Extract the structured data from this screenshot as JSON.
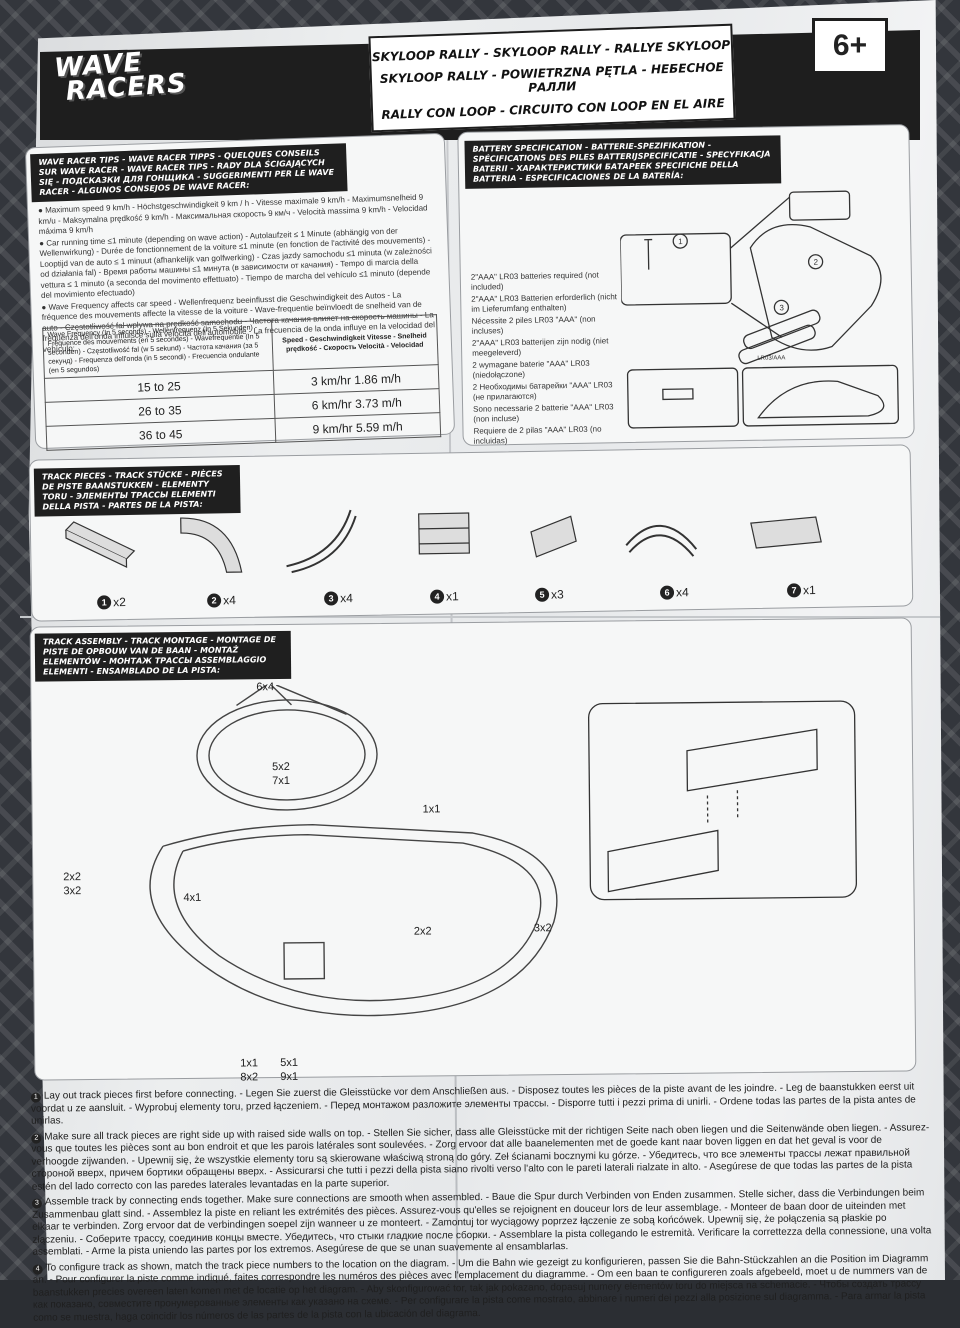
{
  "header": {
    "brand_line1": "WAVE",
    "brand_line2": "RACERS",
    "title_lines": [
      "SKYLOOP RALLY - SKYLOOP RALLY - RALLYE SKYLOOP",
      "SKYLOOP RALLY - POWIETRZNA PĘTLA - НЕБЕСНОЕ РАЛЛИ",
      "RALLY CON LOOP - CIRCUITO CON LOOP EN EL AIRE"
    ],
    "age": "6+"
  },
  "tips": {
    "title": "WAVE RACER TIPS - WAVE RACER TIPPS - QUELQUES CONSEILS SUR WAVE RACER - WAVE RACER TIPS - RADY DLA ŚCIGAJĄCYCH SIĘ - ПОДСКАЗКИ ДЛЯ ГОНЩИКА - SUGGERIMENTI PER LE WAVE RACER - ALGUNOS CONSEJOS DE WAVE RACER:",
    "items": [
      "Maximum speed 9 km/h - Höchstgeschwindigkeit 9 km / h - Vitesse maximale 9 km/h - Maximumsnelheid 9 km/u - Maksymalna prędkość 9 km/h - Максимальная скорость 9 км/ч - Velocità massima 9 km/h - Velocidad máxima 9 km/h",
      "Car running time ≤1 minute (depending on wave action) - Autolaufzeit ≤ 1 Minute (abhängig von der Wellenwirkung) - Durée de fonctionnement de la voiture ≤1 minute (en fonction de l'activité des mouvements) - Looptijd van de auto ≤ 1 minuut (afhankelijk van golfwerking) - Czas jazdy samochodu ≤1 minuta (w zależności od działania fal) - Время работы машины ≤1 минута (в зависимости от качания) - Tempo di marcia della vettura ≤ 1 minuto (a seconda del movimento effettuato) - Tiempo de marcha del vehículo ≤1 minuto (depende del movimiento efectuado)",
      "Wave Frequency affects car speed - Wellenfrequenz beeinflusst die Geschwindigkeit des Autos - La fréquence des mouvements affecte la vitesse de la voiture - Wave-frequentie beïnvloedt de snelheid van de auto - Częstotliwość fal wpływa na prędkość samochodu - Частота качания влияет на скорость машины - La frequenza dell'onda influisce sulla velocità dell'automobile - La frecuencia de la onda influye en la velocidad del vehículo:"
    ],
    "table": {
      "head_freq": "Wave Frequency (In 5 seconds) - Wellenfrequenz (In 5 Sekunden) - Fréquence des mouvements (en 5 secondes) - Wavefrequentie (In 5 seconden) - Częstotliwość fal (w 5 sekund) - Частота качания (за 5 секунд) - Frequenza dell'onda (in 5 secondi) - Frecuencia ondulante (en 5 segundos)",
      "head_speed": "Speed - Geschwindigkeit Vitesse - Snelheid prędkość - Скорость Velocità - Velocidad",
      "rows": [
        {
          "freq": "15 to 25",
          "speed": "3 km/hr   1.86 m/h"
        },
        {
          "freq": "26 to 35",
          "speed": "6 km/hr   3.73 m/h"
        },
        {
          "freq": "36 to 45",
          "speed": "9 km/hr   5.59 m/h"
        }
      ]
    }
  },
  "battery": {
    "title": "BATTERY SPECIFICATION - BATTERIE-SPEZIFIKATION - SPÉCIFICATIONS DES PILES BATTERIJSPECIFICATIE - SPECYFIKACJA BATERII - ХАРАКТЕРИСТИКИ БАТАРЕЕК SPECIFICHE DELLA BATTERIA - ESPECIFICACIONES DE LA BATERÍA:",
    "lines": [
      "2\"AAA\" LR03 batteries required (not included)",
      "2\"AAA\" LR03 Batterien erforderlich (nicht im Lieferumfang enthalten)",
      "Nécessite 2 piles LR03 \"AAA\" (non incluses)",
      "2\"AAA\" LR03 batterijen zijn nodig (niet meegeleverd)",
      "2 wymagane baterie \"AAA\" LR03 (niedołączone)",
      "2 Необходимы батарейки \"AAA\" LR03 (не прилагаются)",
      "Sono necessarie 2 batterie \"AAA\" LR03 (non incluse)",
      "Requiere de 2 pilas \"AAA\" LR03 (no incluidas)"
    ],
    "battery_label": "LR03/AAA"
  },
  "pieces": {
    "title": "TRACK PIECES - TRACK STÜCKE - PIÈCES DE PISTE BAANSTUKKEN - ELEMENTY TORU - ЭЛЕМЕНТЫ ТРАССЫ ELEMENTI DELLA PISTA - PARTES DE LA PISTA:",
    "items": [
      {
        "num": "1",
        "qty": "x2"
      },
      {
        "num": "2",
        "qty": "x4"
      },
      {
        "num": "3",
        "qty": "x4"
      },
      {
        "num": "4",
        "qty": "x1"
      },
      {
        "num": "5",
        "qty": "x3"
      },
      {
        "num": "6",
        "qty": "x4"
      },
      {
        "num": "7",
        "qty": "x1"
      }
    ]
  },
  "assembly": {
    "title": "TRACK ASSEMBLY - TRACK MONTAGE - MONTAGE DE PISTE DE OPBOUW VAN DE BAAN - MONTAŻ ELEMENTÓW - МОНТАЖ ТРАССЫ ASSEMBLAGGIO ELEMENTI - ENSAMBLADO DE LA PISTA:",
    "callouts": {
      "c6": "6x4",
      "c5": "5x2",
      "c7": "7x1",
      "c1": "1x1",
      "c2a": "2x2",
      "c3a": "3x2",
      "c4": "4x1",
      "c2b": "2x2",
      "c3b": "3x2",
      "c1b": "1x1",
      "c5b": "5x1",
      "c8": "8x2",
      "c9": "9x1"
    }
  },
  "steps": [
    {
      "n": "1",
      "text": "Lay out track pieces first before connecting. - Legen Sie zuerst die Gleisstücke vor dem Anschließen aus. - Disposez toutes les pièces de la piste avant de les joindre. - Leg de baanstukken eerst uit voordat u ze aansluit. - Wyprobuj elementy toru, przed łączeniem. - Перед монтажом разложите элементы трассы. - Disporre tutti i pezzi prima di unirli. - Ordene todas las partes de la pista antes de unirlas."
    },
    {
      "n": "2",
      "text": "Make sure all track pieces are right side up with raised side walls on top. - Stellen Sie sicher, dass alle Gleisstücke mit der richtigen Seite nach oben liegen und die Seitenwände oben liegen. - Assurez-vous que toutes les pièces sont au bon endroit et que les parois latérales sont soulevées. - Zorg ervoor dat alle baanelementen met de goede kant naar boven liggen en dat het geval is voor de verhoogde zijwanden. - Upewnij się, że wszystkie elementy toru są skierowane właściwą stroną do góry. Zeł ścianami bocznymi ku górze. - Убедитесь, что все элементы трассы лежат правильной стороной вверх, причем бортики обращены вверх. - Assicurarsi che tutti i pezzi della pista siano rivolti verso l'alto con le pareti laterali rialzate in alto. - Asegúrese de que todas las partes de la pista estén del lado correcto con las paredes laterales levantadas en la parte superior."
    },
    {
      "n": "3",
      "text": "Assemble track by connecting ends together. Make sure connections are smooth when assembled. - Baue die Spur durch Verbinden von Enden zusammen. Stelle sicher, dass die Verbindungen beim Zusammenbau glatt sind. - Assemblez la piste en reliant les extrémités des pièces. Assurez-vous qu'elles se rejoignent en douceur lors de leur assemblage. - Monteer de baan door de uiteinden met elkaar te verbinden. Zorg ervoor dat de verbindingen soepel zijn wanneer u ze monteert. - Zamontuj tor wyciągowy poprzez łączenie ze sobą końcówek. Upewnij się, że połączenia są płaskie po złączeniu. - Соберите трассу, соединив концы вместе. Убедитесь, что стыки гладкие после сборки. - Assemblare la pista collegando le estremità. Verificare la correttezza della connessione, una volta assemblati. - Arme la pista uniendo las partes por los extremos. Asegúrese de que se unan suavemente al ensamblarlas."
    },
    {
      "n": "4",
      "text": "To configure track as shown, match the track piece numbers to the location on the diagram. - Um die Bahn wie gezeigt zu konfigurieren, passen Sie die Bahn-Stückzahlen an die Position im Diagramm an. - Pour configurer la piste comme indiqué, faites correspondre les numéros des pièces avec l'emplacement du diagramme. - Om een baan te configureren zoals afgebeeld, moet u de nummers van de baanstukken precies overeen laten komen met de locatie op het diagram. - Aby skonfigurować tor, tak jak pokazano, dopasuj numery elementów toru do miejsca na schemacie. - Чтобы создать трассу как показано, совместите пронумерованные элементы как указано на схеме. - Per configurare la pista come mostrato, abbinare i numeri dei pezzi alla posizione sul diagramma. - Para armar la pista como se muestra, haga coincidir los números de las partes de la pista con la ubicación del diagrama."
    }
  ]
}
